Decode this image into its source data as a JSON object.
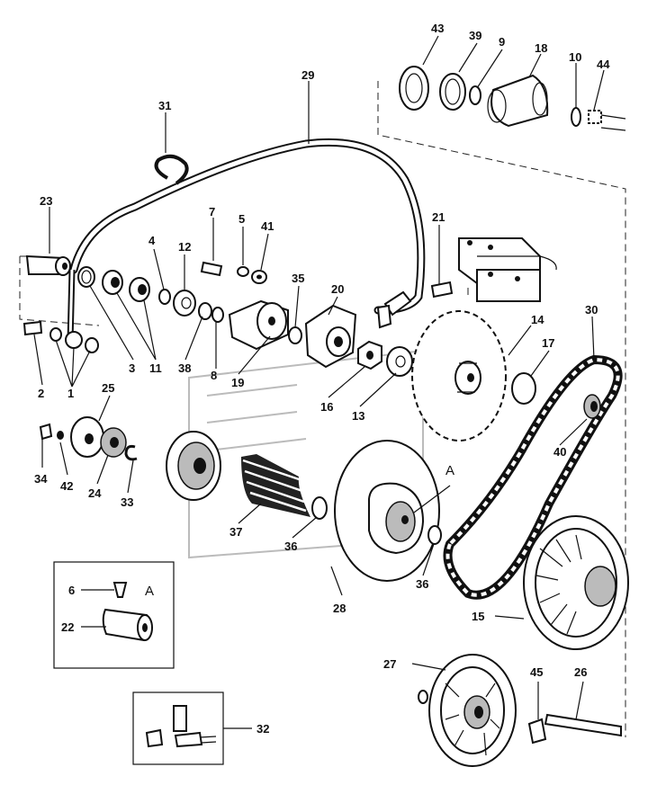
{
  "part_labels": {
    "p1": "1",
    "p2": "2",
    "p3": "3",
    "p4": "4",
    "p5": "5",
    "p6": "6",
    "p7": "7",
    "p8": "8",
    "p9": "9",
    "p10": "10",
    "p11": "11",
    "p12": "12",
    "p13": "13",
    "p14": "14",
    "p15": "15",
    "p16": "16",
    "p17": "17",
    "p18": "18",
    "p19": "19",
    "p20": "20",
    "p21": "21",
    "p22": "22",
    "p23": "23",
    "p24": "24",
    "p25": "25",
    "p26": "26",
    "p27": "27",
    "p28": "28",
    "p29": "29",
    "p30": "30",
    "p31": "31",
    "p32": "32",
    "p33": "33",
    "p34": "34",
    "p35": "35",
    "p36a": "36",
    "p36b": "36",
    "p37": "37",
    "p38": "38",
    "p39": "39",
    "p40": "40",
    "p41": "41",
    "p42": "42",
    "p43": "43",
    "p44": "44",
    "p45": "45"
  },
  "view_labels": {
    "detail_a": "A",
    "inset_a": "A"
  }
}
